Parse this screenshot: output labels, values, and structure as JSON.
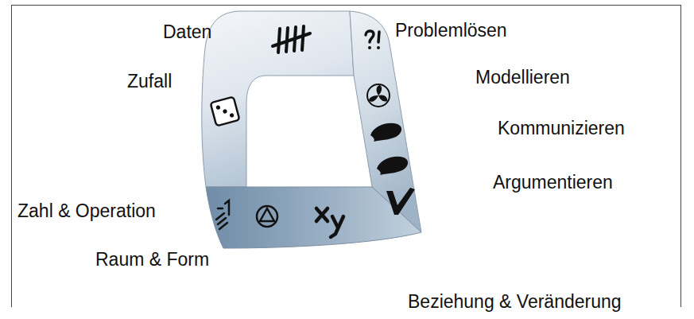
{
  "diagram": {
    "labels": [
      "Daten",
      "Problemlösen",
      "Zufall",
      "Modellieren",
      "Kommunizieren",
      "Argumentieren",
      "Zahl & Operation",
      "Raum & Form",
      "Beziehung & Veränderung"
    ]
  }
}
